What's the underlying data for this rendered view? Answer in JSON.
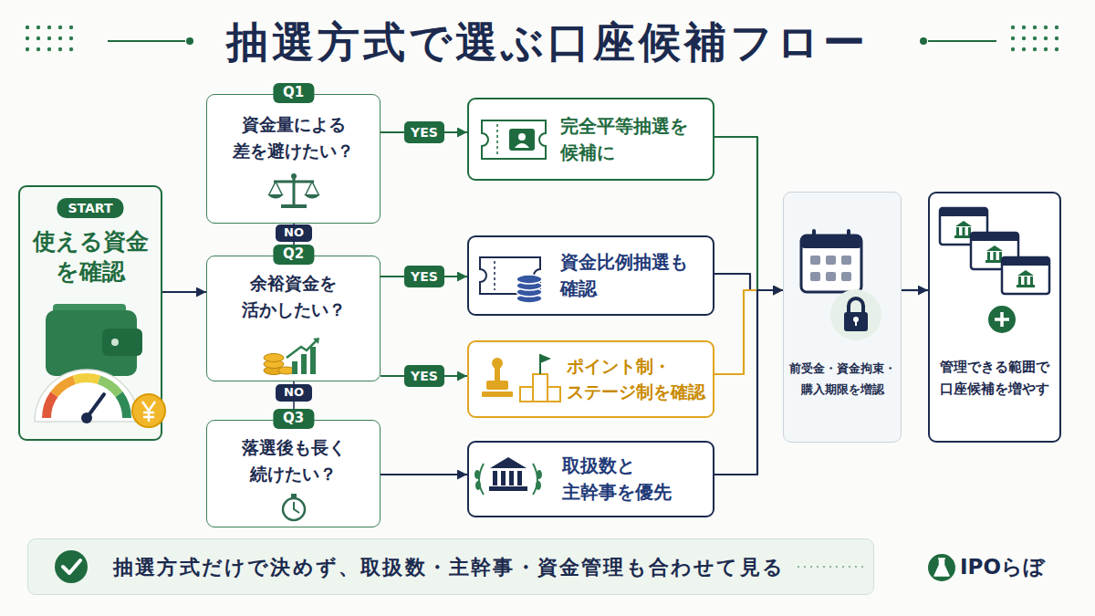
{
  "diagram": {
    "title": "抽選方式で選ぶ口座候補フロー",
    "nodes": [
      {
        "text": [
          "START",
          "使える資金 を確認"
        ]
      },
      {
        "text": [
          "Q1",
          "資金量による 差を避けたい？"
        ]
      },
      {
        "text": [
          "Q2",
          "余裕資金を 活かしたい？"
        ]
      },
      {
        "text": [
          "Q3",
          "落選後も長く 続けたい？"
        ]
      },
      {
        "text": [
          "完全平等抽選を 候補に"
        ]
      },
      {
        "text": [
          "資金比例抽選も 確認"
        ]
      },
      {
        "text": [
          "ポイント制・ ステージ制を確認"
        ]
      },
      {
        "text": [
          "取扱数と 主幹事を優先"
        ]
      },
      {
        "text": [
          "前受金・資金拘束・ 購入期限を増認"
        ]
      },
      {
        "text": [
          "管理できる範囲で 口座候補を増やす"
        ]
      },
      {
        "text": [
          "抽選方式だけで決めず、取扱数・主幹事・資金管理も合わせて見る"
        ]
      }
    ],
    "edges": [
      {
        "from": 0,
        "to": 2,
        "arrow": "to"
      },
      {
        "from": 1,
        "to": 4,
        "label": "YES",
        "arrow": "to"
      },
      {
        "from": 1,
        "to": 2,
        "label": "NO",
        "arrow": "none"
      },
      {
        "from": 2,
        "to": 5,
        "label": "YES",
        "arrow": "to"
      },
      {
        "from": 2,
        "to": 6,
        "label": "YES",
        "arrow": "to"
      },
      {
        "from": 2,
        "to": 3,
        "label": "NO",
        "arrow": "none"
      },
      {
        "from": 3,
        "to": 7,
        "arrow": "to"
      },
      {
        "from": 4,
        "to": 8,
        "arrow": "to"
      },
      {
        "from": 5,
        "to": 8,
        "arrow": "to"
      },
      {
        "from": 6,
        "to": 8,
        "arrow": "to"
      },
      {
        "from": 7,
        "to": 8,
        "arrow": "to"
      },
      {
        "from": 8,
        "to": 9,
        "arrow": "to"
      }
    ],
    "labels": [
      "IPOらぼ"
    ]
  }
}
